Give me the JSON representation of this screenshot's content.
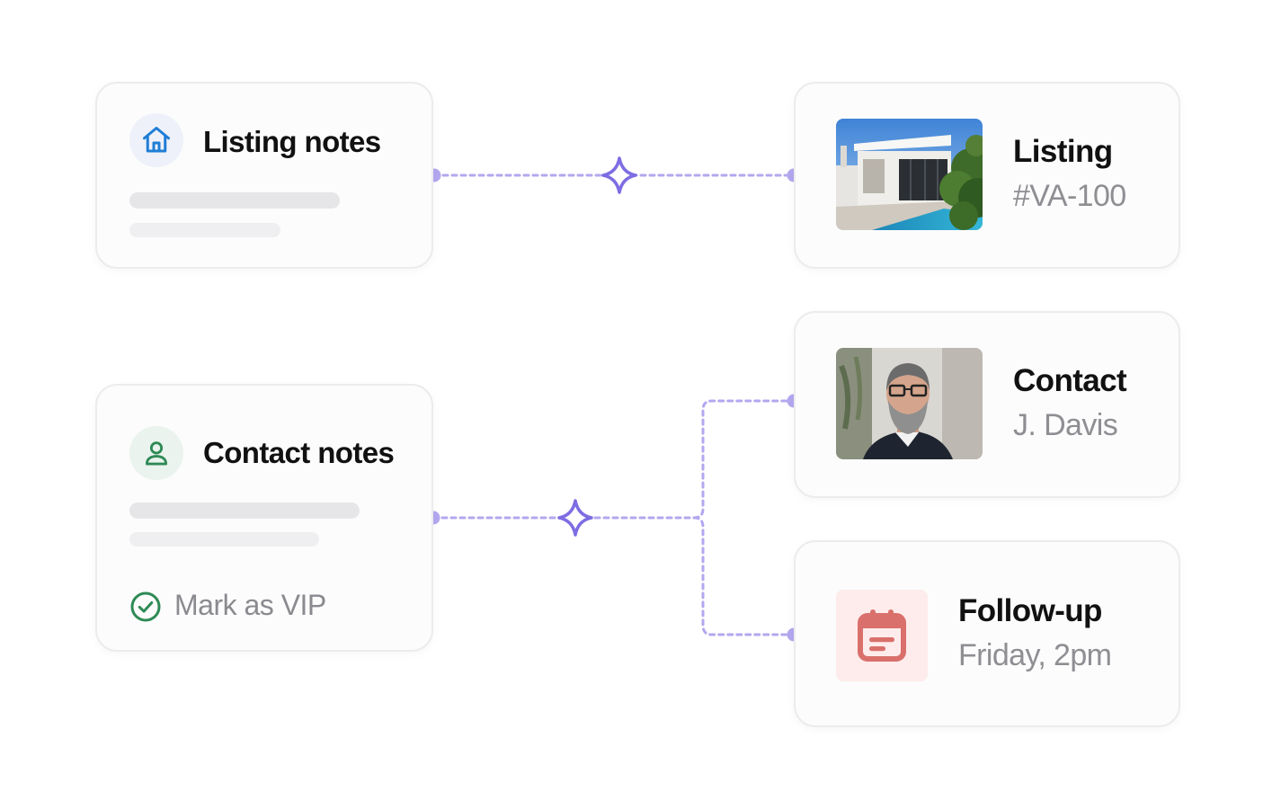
{
  "colors": {
    "connector": "#b3a7ef",
    "sparkle": "#7d6de3",
    "listing_icon": "#1f7ed6",
    "contact_icon": "#2e8a55",
    "followup_icon": "#d9706c"
  },
  "listing_notes": {
    "title": "Listing notes",
    "icon": "house-icon"
  },
  "contact_notes": {
    "title": "Contact notes",
    "icon": "person-icon",
    "vip_label": "Mark as VIP",
    "vip_icon": "check-circle-icon"
  },
  "listing_card": {
    "title": "Listing",
    "subtitle": "#VA-100",
    "image": "modern-house-photo"
  },
  "contact_card": {
    "title": "Contact",
    "subtitle": "J. Davis",
    "image": "man-portrait-photo"
  },
  "followup_card": {
    "title": "Follow-up",
    "subtitle": "Friday, 2pm",
    "icon": "calendar-icon"
  }
}
